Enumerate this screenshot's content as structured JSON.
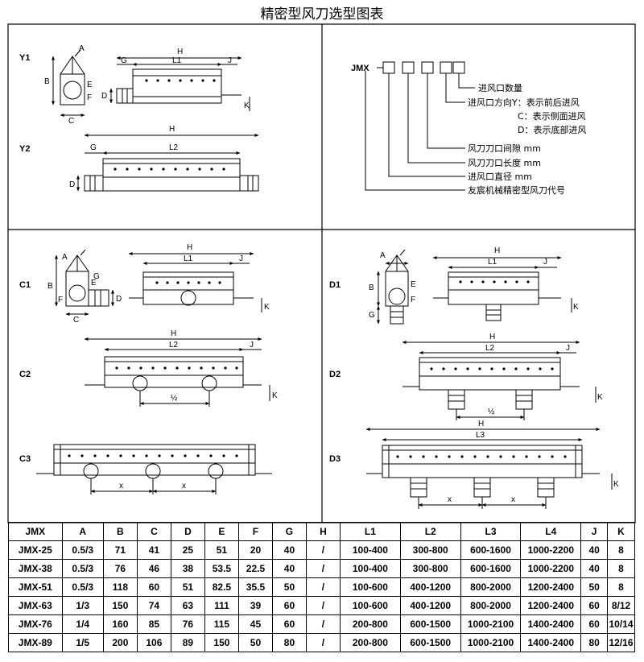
{
  "title": "精密型风刀选型图表",
  "variants": {
    "y1": "Y1",
    "y2": "Y2",
    "c1": "C1",
    "c2": "C2",
    "c3": "C3",
    "d1": "D1",
    "d2": "D2",
    "d3": "D3"
  },
  "dims": {
    "A": "A",
    "B": "B",
    "C": "C",
    "D": "D",
    "E": "E",
    "F": "F",
    "G": "G",
    "H": "H",
    "J": "J",
    "K": "K",
    "L1": "L1",
    "L2": "L2",
    "L3": "L3",
    "half": "½",
    "x": "x"
  },
  "code": {
    "model": "JMX",
    "lines": [
      "进风口数量",
      "进风口方向Y：表示前后进风",
      "C：表示侧面进风",
      "D：表示底部进风",
      "风刀刀口间隙 mm",
      "风刀刀口长度 mm",
      "进风口直径 mm",
      "友宸机械精密型风刀代号"
    ]
  },
  "table": {
    "headers": [
      "JMX",
      "A",
      "B",
      "C",
      "D",
      "E",
      "F",
      "G",
      "H",
      "L1",
      "L2",
      "L3",
      "L4",
      "J",
      "K"
    ],
    "rows": [
      [
        "JMX-25",
        "0.5/3",
        "71",
        "41",
        "25",
        "51",
        "20",
        "40",
        "/",
        "100-400",
        "300-800",
        "600-1600",
        "1000-2200",
        "40",
        "8"
      ],
      [
        "JMX-38",
        "0.5/3",
        "76",
        "46",
        "38",
        "53.5",
        "22.5",
        "40",
        "/",
        "100-400",
        "300-800",
        "600-1600",
        "1000-2200",
        "40",
        "8"
      ],
      [
        "JMX-51",
        "0.5/3",
        "118",
        "60",
        "51",
        "82.5",
        "35.5",
        "50",
        "/",
        "100-600",
        "400-1200",
        "800-2000",
        "1200-2400",
        "50",
        "8"
      ],
      [
        "JMX-63",
        "1/3",
        "150",
        "74",
        "63",
        "111",
        "39",
        "60",
        "/",
        "100-600",
        "400-1200",
        "800-2000",
        "1200-2400",
        "60",
        "8/12"
      ],
      [
        "JMX-76",
        "1/4",
        "160",
        "85",
        "76",
        "115",
        "45",
        "60",
        "/",
        "200-800",
        "600-1500",
        "1000-2100",
        "1400-2400",
        "60",
        "10/14"
      ],
      [
        "JMX-89",
        "1/5",
        "200",
        "106",
        "89",
        "150",
        "50",
        "80",
        "/",
        "200-800",
        "600-1500",
        "1000-2100",
        "1400-2400",
        "80",
        "12/16"
      ]
    ]
  }
}
